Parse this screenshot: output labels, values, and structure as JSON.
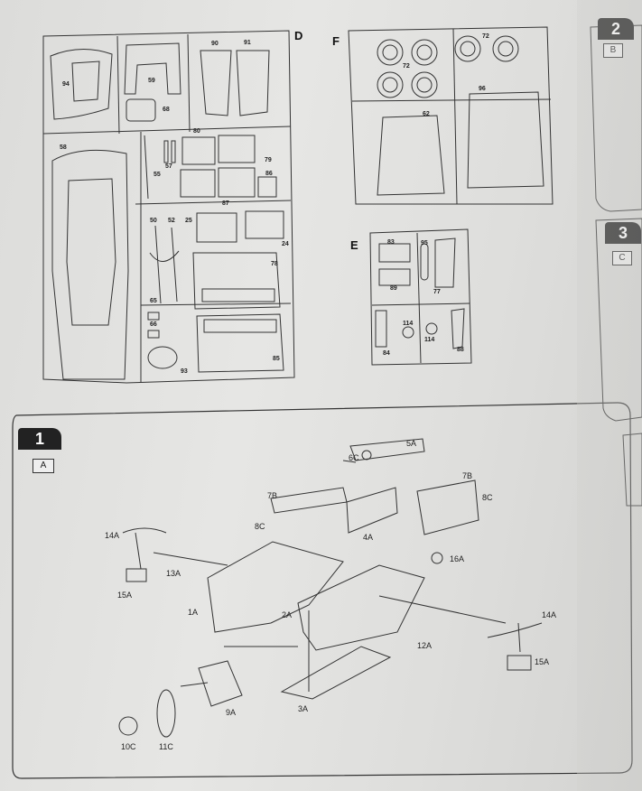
{
  "sprue_d": {
    "letter": "D",
    "parts": [
      "94",
      "59",
      "68",
      "90",
      "91",
      "58",
      "80",
      "57",
      "55",
      "79",
      "86",
      "87",
      "50",
      "52",
      "25",
      "24",
      "78",
      "66",
      "65",
      "93",
      "85"
    ]
  },
  "sprue_f": {
    "letter": "F",
    "parts": [
      "72",
      "72",
      "96",
      "62"
    ]
  },
  "sprue_e": {
    "letter": "E",
    "parts": [
      "83",
      "95",
      "89",
      "77",
      "114",
      "114",
      "84",
      "88"
    ]
  },
  "side_steps": [
    {
      "number": "2",
      "box": "B"
    },
    {
      "number": "3",
      "box": "C"
    }
  ],
  "step1": {
    "number": "1",
    "box": "A",
    "callouts": [
      "6C",
      "5A",
      "7B",
      "8C",
      "7B",
      "8C",
      "4A",
      "14A",
      "13A",
      "15A",
      "16A",
      "1A",
      "2A",
      "14A",
      "12A",
      "15A",
      "9A",
      "3A",
      "10C",
      "11C"
    ]
  },
  "colors": {
    "ink": "#222222",
    "paper": "#e2e2e0",
    "tab": "#222222"
  }
}
